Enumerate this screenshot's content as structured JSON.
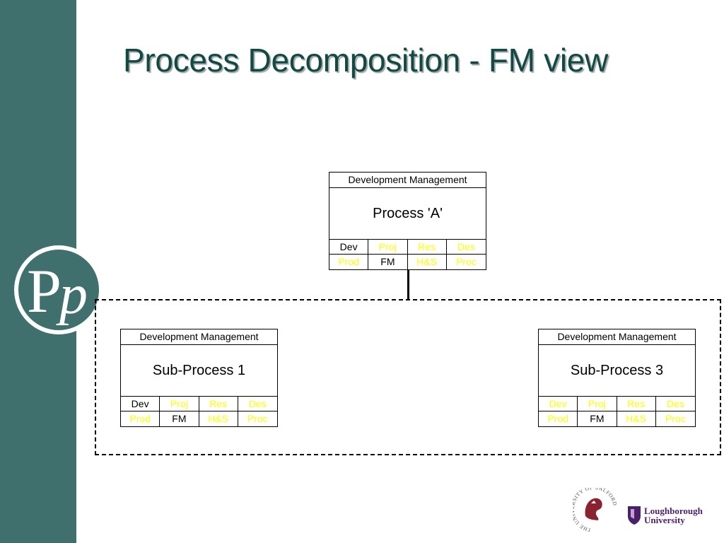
{
  "title": "Process Decomposition - FM view",
  "colors": {
    "sidebar": "#3f706d",
    "title": "#0f4a44",
    "highlight": "#ffff00",
    "normal": "#000000",
    "salford_red": "#8b2230",
    "loughborough_purple": "#4b1f6a"
  },
  "boxes": {
    "main": {
      "header": "Development Management",
      "name": "Process 'A'",
      "cells": [
        {
          "label": "Dev",
          "highlighted": false
        },
        {
          "label": "Proj",
          "highlighted": true
        },
        {
          "label": "Res",
          "highlighted": true
        },
        {
          "label": "Des",
          "highlighted": true
        },
        {
          "label": "Prod",
          "highlighted": true
        },
        {
          "label": "FM",
          "highlighted": false
        },
        {
          "label": "H&S",
          "highlighted": true
        },
        {
          "label": "Proc",
          "highlighted": true
        }
      ]
    },
    "sub1": {
      "header": "Development Management",
      "name": "Sub-Process 1",
      "cells": [
        {
          "label": "Dev",
          "highlighted": false
        },
        {
          "label": "Proj",
          "highlighted": true
        },
        {
          "label": "Res",
          "highlighted": true
        },
        {
          "label": "Des",
          "highlighted": true
        },
        {
          "label": "Prod",
          "highlighted": true
        },
        {
          "label": "FM",
          "highlighted": false
        },
        {
          "label": "H&S",
          "highlighted": true
        },
        {
          "label": "Proc",
          "highlighted": true
        }
      ]
    },
    "sub3": {
      "header": "Development Management",
      "name": "Sub-Process 3",
      "cells": [
        {
          "label": "Dev",
          "highlighted": true
        },
        {
          "label": "Proj",
          "highlighted": true
        },
        {
          "label": "Res",
          "highlighted": true
        },
        {
          "label": "Des",
          "highlighted": true
        },
        {
          "label": "Prod",
          "highlighted": true
        },
        {
          "label": "FM",
          "highlighted": false
        },
        {
          "label": "H&S",
          "highlighted": true
        },
        {
          "label": "Proc",
          "highlighted": true
        }
      ]
    }
  },
  "logos": {
    "pp": "Pp",
    "salford_ring": "THE UNIVERSITY OF SALFORD",
    "loughborough_line1": "Loughborough",
    "loughborough_line2": "University"
  }
}
